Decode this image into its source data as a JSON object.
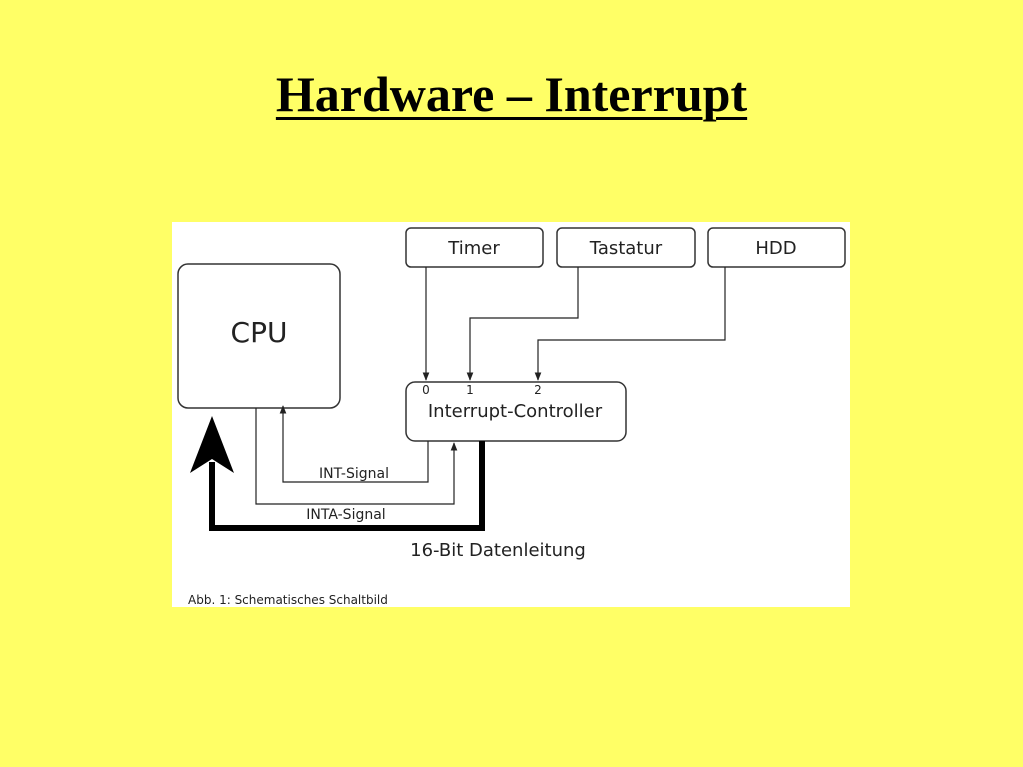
{
  "slide": {
    "title": "Hardware – Interrupt"
  },
  "diagram": {
    "cpu_label": "CPU",
    "controller_label": "Interrupt-Controller",
    "devices": [
      "Timer",
      "Tastatur",
      "HDD"
    ],
    "irq_numbers": [
      "0",
      "1",
      "2"
    ],
    "int_signal_label": "INT-Signal",
    "inta_signal_label": "INTA-Signal",
    "bus_label": "16-Bit Datenleitung",
    "caption": "Abb. 1:  Schematisches Schaltbild"
  }
}
